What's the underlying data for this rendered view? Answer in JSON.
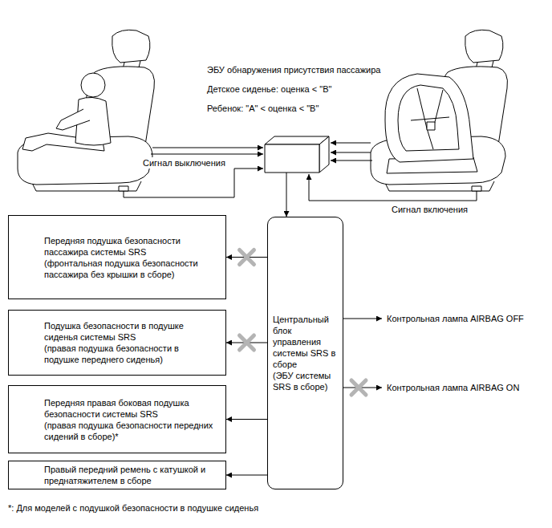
{
  "diagram": {
    "nodes": [
      {
        "text": [
          "ЭБУ обнаружения присутствия пассажира",
          "Детское сиденье: оценка < \"B\"",
          "Ребенок: \"A\" < оценка < \"B\""
        ]
      },
      {
        "text": [
          "Передняя подушка безопасности пассажира системы SRS",
          "(фронтальная подушка безопасности пассажира без крышки в сборе)"
        ]
      },
      {
        "text": [
          "Подушка безопасности в подушке сиденья системы SRS",
          "(правая подушка безопасности в подушке переднего сиденья)"
        ]
      },
      {
        "text": [
          "Передняя правая боковая подушка безопасности системы SRS",
          "(правая подушка безопасности передних сидений в сборе)*"
        ]
      },
      {
        "text": [
          "Правый передний ремень с катушкой и преднатяжителем в сборе"
        ]
      },
      {
        "text": [
          "Центральный блок управления системы SRS в сборе",
          "(ЭБУ системы SRS в сборе)"
        ]
      }
    ],
    "edges": [
      {
        "from": 0,
        "to": 5,
        "arrow": "to"
      },
      {
        "from": 5,
        "to": 1,
        "arrow": "to"
      },
      {
        "from": 5,
        "to": 2,
        "arrow": "to"
      },
      {
        "from": 5,
        "to": 3,
        "arrow": "to"
      },
      {
        "from": 5,
        "to": 4,
        "arrow": "to"
      }
    ],
    "labels": [
      "Сигнал выключения",
      "Сигнал включения",
      "Контрольная лампа AIRBAG OFF",
      "Контрольная лампа AIRBAG ON",
      "*: Для моделей с подушкой безопасности в подушке сиденья"
    ]
  }
}
